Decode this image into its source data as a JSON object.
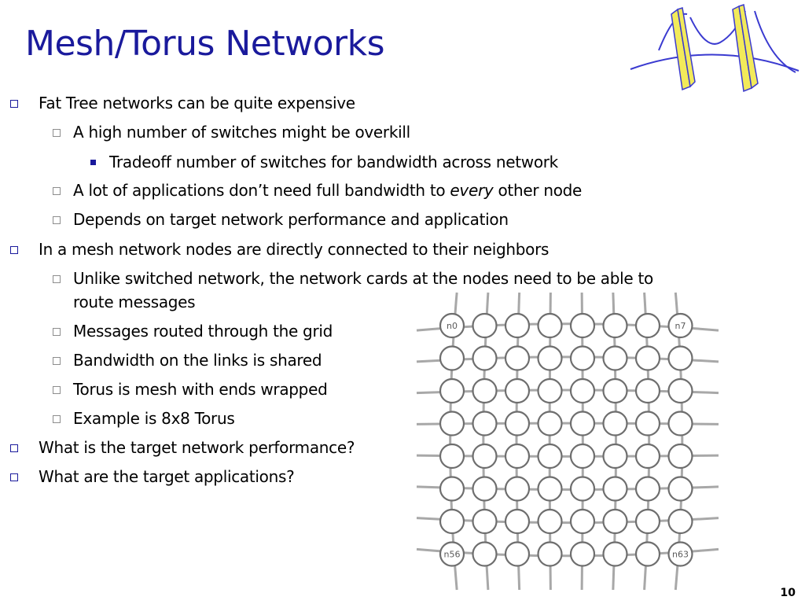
{
  "slide": {
    "title": "Mesh/Torus Networks",
    "page_number": "10"
  },
  "bullets": [
    {
      "level": 1,
      "text": "Fat Tree networks can be quite expensive"
    },
    {
      "level": 2,
      "text": "A high number of switches might be overkill"
    },
    {
      "level": 3,
      "text": "Tradeoff number of switches for bandwidth across network"
    },
    {
      "level": 2,
      "text_before": "A lot of applications don’t need full bandwidth to ",
      "emphasis": "every",
      "text_after": " other node"
    },
    {
      "level": 2,
      "text": "Depends on target network performance and application"
    },
    {
      "level": 1,
      "text": "In a mesh network nodes are directly connected to their neighbors"
    },
    {
      "level": 2,
      "text": "Unlike switched network, the network cards at the nodes need to be able to",
      "continuation": "route messages"
    },
    {
      "level": 2,
      "text": "Messages routed through the grid"
    },
    {
      "level": 2,
      "text": "Bandwidth on the links is shared"
    },
    {
      "level": 2,
      "text": "Torus is mesh with ends wrapped"
    },
    {
      "level": 2,
      "text": "Example is 8x8 Torus"
    },
    {
      "level": 1,
      "text": "What is the target network performance?"
    },
    {
      "level": 1,
      "text": "What are the target applications?"
    }
  ],
  "torus": {
    "rows": 8,
    "cols": 8,
    "corner_labels": {
      "top_left": "n0",
      "top_right": "n7",
      "bottom_left": "n56",
      "bottom_right": "n63"
    }
  },
  "colors": {
    "title": "#1a1a9c",
    "bullet": "#1a1a9c",
    "logo_blue": "#3a3ad0",
    "logo_yellow": "#f2ea5a"
  },
  "icons": {
    "logo": "bridge-logo-icon"
  }
}
